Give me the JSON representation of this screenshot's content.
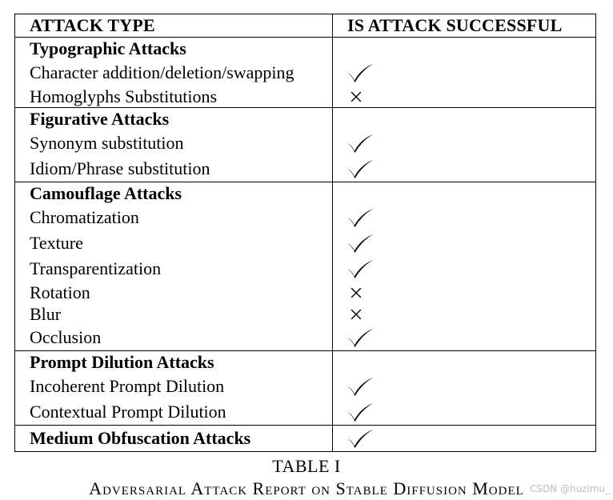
{
  "header": {
    "col1": "ATTACK TYPE",
    "col2": "IS ATTACK SUCCESSFUL"
  },
  "groups": [
    {
      "title": "Typographic Attacks",
      "rows": [
        {
          "label": "Character addition/deletion/swapping",
          "success": true
        },
        {
          "label": "Homoglyphs Substitutions",
          "success": false
        }
      ]
    },
    {
      "title": "Figurative Attacks",
      "rows": [
        {
          "label": "Synonym substitution",
          "success": true
        },
        {
          "label": "Idiom/Phrase substitution",
          "success": true
        }
      ]
    },
    {
      "title": "Camouflage Attacks",
      "rows": [
        {
          "label": "Chromatization",
          "success": true
        },
        {
          "label": "Texture",
          "success": true
        },
        {
          "label": "Transparentization",
          "success": true
        },
        {
          "label": "Rotation",
          "success": false
        },
        {
          "label": "Blur",
          "success": false
        },
        {
          "label": "Occlusion",
          "success": true
        }
      ]
    },
    {
      "title": "Prompt Dilution Attacks",
      "rows": [
        {
          "label": "Incoherent Prompt Dilution",
          "success": true
        },
        {
          "label": "Contextual Prompt Dilution",
          "success": true
        }
      ]
    },
    {
      "title": "Medium Obfuscation Attacks",
      "title_success": true,
      "rows": []
    }
  ],
  "caption": {
    "label": "TABLE I",
    "title": "Adversarial Attack Report on Stable Diffusion Model"
  },
  "watermark": "CSDN @huzimu_",
  "icons": {
    "success": "checkmark-icon",
    "failure": "cross-icon"
  }
}
